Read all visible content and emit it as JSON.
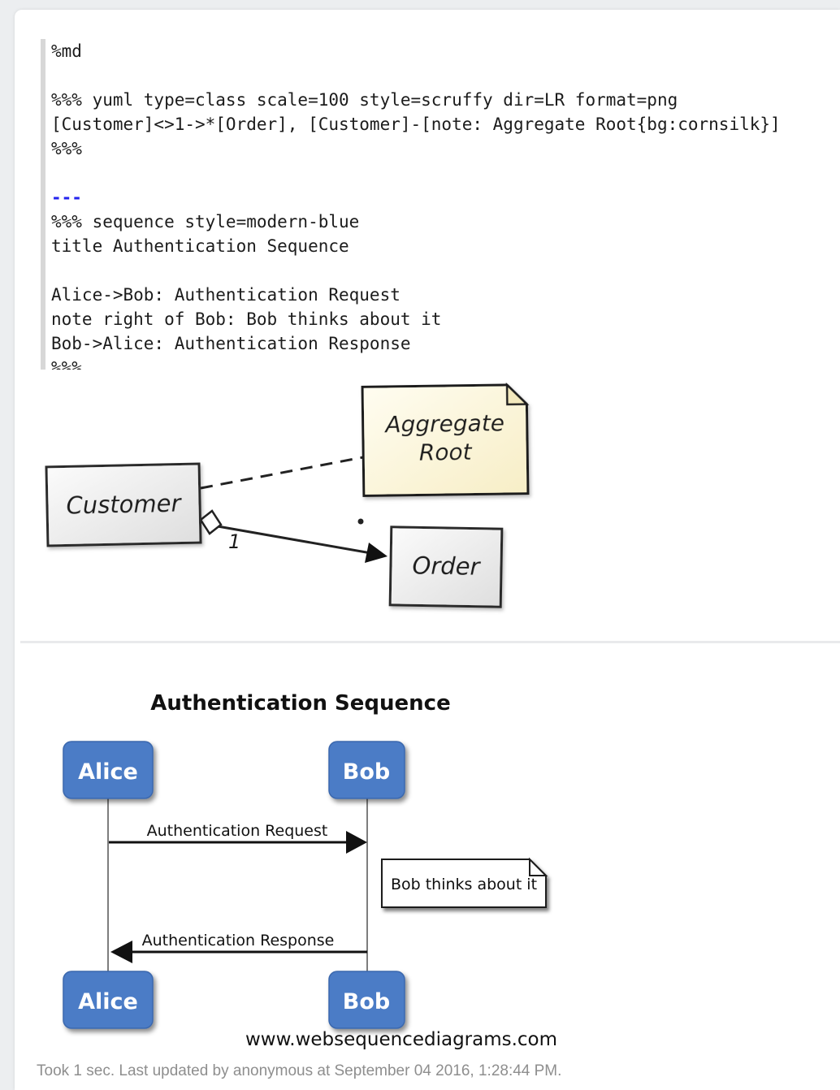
{
  "colors": {
    "page_bg": "#eceef0",
    "card_bg": "#ffffff",
    "gutter": "#d7d7d7",
    "code_text": "#1c1c1c",
    "md_hr_blue": "#2424ee",
    "divider": "#e9eaec",
    "actor_blue": "#4c7bc6",
    "actor_border": "#3a67ad",
    "lifeline_gray": "#7d7d7d",
    "note_cream": "#fbf3d2",
    "class_box_gray": "#e0e0e0",
    "diagram_stroke": "#222222",
    "footer_gray": "#8e8e8e"
  },
  "code_cell": {
    "lines": [
      "%md",
      "",
      "%%% yuml type=class scale=100 style=scruffy dir=LR format=png",
      "[Customer]<>1->*[Order], [Customer]-[note: Aggregate Root{bg:cornsilk}]",
      "%%%",
      "",
      "---",
      "%%% sequence style=modern-blue",
      "title Authentication Sequence",
      "",
      "Alice->Bob: Authentication Request",
      "note right of Bob: Bob thinks about it",
      "Bob->Alice: Authentication Response",
      "%%%"
    ]
  },
  "class_diagram": {
    "customer_label": "Customer",
    "order_label": "Order",
    "note_line1": "Aggregate",
    "note_line2": "Root",
    "multiplicity_one": "1"
  },
  "sequence_diagram": {
    "title": "Authentication Sequence",
    "actor_alice": "Alice",
    "actor_bob": "Bob",
    "message_request": "Authentication Request",
    "message_response": "Authentication Response",
    "note": "Bob thinks about it",
    "watermark": "www.websequencediagrams.com"
  },
  "footer": {
    "status": "Took 1 sec. Last updated by anonymous at September 04 2016, 1:28:44 PM."
  }
}
